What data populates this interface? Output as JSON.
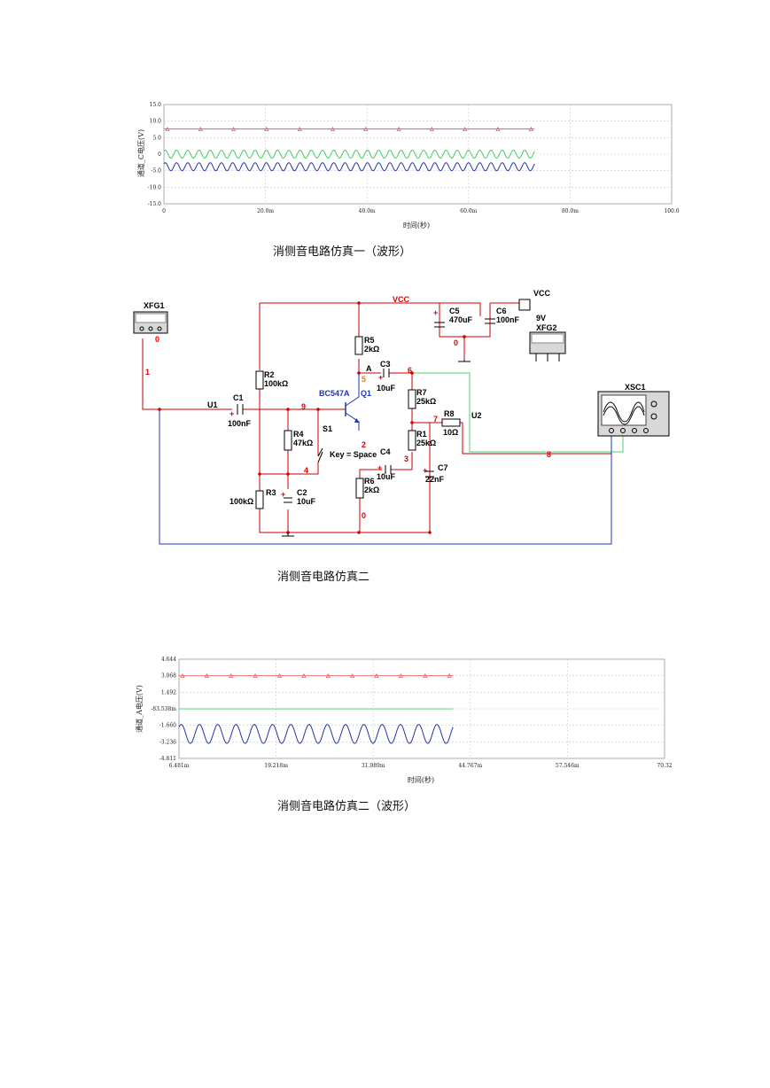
{
  "chart_data": [
    {
      "type": "line",
      "ylabel": "通道_C电压(V)",
      "xlabel": "时间(秒)",
      "xlim": [
        0,
        100
      ],
      "ylim": [
        -15,
        15
      ],
      "x_ticks": [
        "0",
        "20.0m",
        "40.0m",
        "60.0m",
        "80.0m",
        "100.0"
      ],
      "y_ticks": [
        "15.0",
        "10.0",
        "5.0",
        "0",
        "-5.0",
        "-10.0",
        "-15.0"
      ],
      "grid": true,
      "series": [
        {
          "color": "#e06060",
          "kind": "constant",
          "value": 7.6,
          "x_end": 73,
          "marker": "triangle"
        },
        {
          "color": "#44cc66",
          "kind": "sine",
          "offset": 0,
          "amplitude": 1.2,
          "cycles": 33,
          "x_end": 73
        },
        {
          "color": "#2233aa",
          "kind": "sine",
          "offset": -3.8,
          "amplitude": 1.2,
          "cycles": 33,
          "x_end": 73
        }
      ]
    },
    {
      "type": "line",
      "ylabel": "通道_A电压(V)",
      "xlabel": "时间(秒)",
      "xlim": [
        6.481,
        70.32
      ],
      "ylim": [
        -4.811,
        4.644
      ],
      "x_ticks": [
        "6.481m",
        "19.218m",
        "31.989m",
        "44.767m",
        "57.546m",
        "70.32"
      ],
      "y_ticks": [
        "4.644",
        "3.068",
        "1.492",
        "-83.538m",
        "-1.660",
        "-3.236",
        "-4.811"
      ],
      "grid": true,
      "series": [
        {
          "color": "#e06060",
          "kind": "constant",
          "value": 3.07,
          "x_end": 42.5,
          "marker": "triangle"
        },
        {
          "color": "#44cc66",
          "kind": "constant",
          "value": -0.09,
          "x_end": 42.5
        },
        {
          "color": "#2233aa",
          "kind": "sine",
          "offset": -2.48,
          "amplitude": 0.9,
          "cycles": 15,
          "x_end": 42.5
        }
      ]
    }
  ],
  "captions": {
    "fig1": "消侧音电路仿真一（波形）",
    "fig2": "消侧音电路仿真二",
    "fig3": "消侧音电路仿真二（波形）"
  },
  "schematic": {
    "labels": {
      "xfg1": "XFG1",
      "xfg2": "XFG2",
      "xsc1": "XSC1",
      "vcc_net": "VCC",
      "vcc_src": "VCC",
      "vcc_volt": "9V",
      "c5": "C5",
      "c5v": "470uF",
      "c6": "C6",
      "c6v": "100nF",
      "r5": "R5",
      "r5v": "2kΩ",
      "a": "A",
      "c3": "C3",
      "c3v": "10uF",
      "r2": "R2",
      "r2v": "100kΩ",
      "bc": "BC547A",
      "q1": "Q1",
      "u1": "U1",
      "u2": "U2",
      "c1": "C1",
      "c1v": "100nF",
      "r7": "R7",
      "r7v": "25kΩ",
      "r8": "R8",
      "r8v": "10Ω",
      "r1": "R1",
      "r1v": "25kΩ",
      "r4": "R4",
      "r4v": "47kΩ",
      "s1": "S1",
      "key": "Key = Space",
      "c4": "C4",
      "c4v": "10uF",
      "c7": "C7",
      "c7v": "22nF",
      "r6": "R6",
      "r6v": "2kΩ",
      "r3": "R3",
      "r3v": "100kΩ",
      "c2": "C2",
      "c2v": "10uF",
      "n0a": "0",
      "n0b": "0",
      "n0c": "0",
      "n1": "1",
      "n9": "9",
      "n5": "5",
      "n6": "6",
      "n7": "7",
      "n2": "2",
      "n3": "3",
      "n4": "4",
      "n8": "8",
      "plus": "+",
      "minus": "-"
    }
  }
}
